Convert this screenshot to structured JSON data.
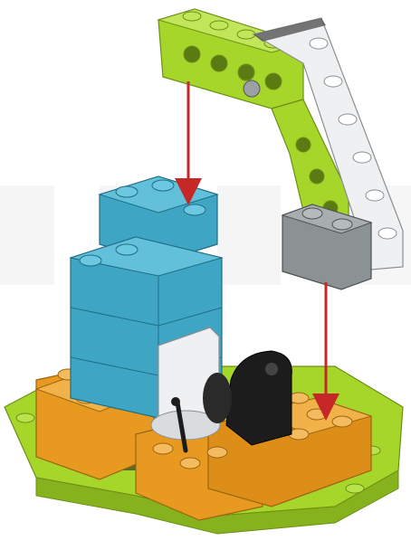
{
  "illustration": {
    "kind": "building-instruction-step",
    "colors": {
      "background": "#ffffff",
      "lime": "#a7d62b",
      "lime_dark": "#86b21e",
      "white_brick": "#eef0f1",
      "grey_brick": "#8c9193",
      "azure": "#3ea6c4",
      "orange": "#e79a1f",
      "black_part": "#1c1c1c",
      "arrow": "#c62828"
    },
    "arrows": [
      {
        "name": "insert-arrow-left",
        "direction": "down"
      },
      {
        "name": "insert-arrow-right",
        "direction": "down"
      }
    ]
  }
}
